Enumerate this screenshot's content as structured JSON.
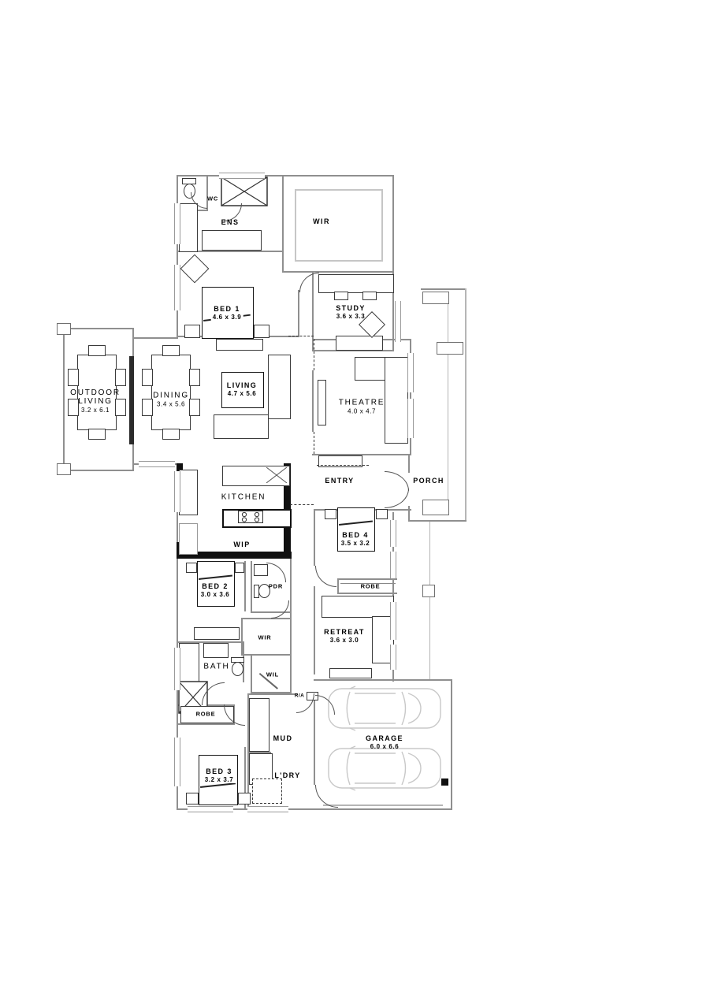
{
  "colors": {
    "wall_gray": "#8f8f8f",
    "wall_black": "#111111",
    "line": "#333333",
    "light_gray": "#c8c8c8"
  },
  "rooms": {
    "wc": {
      "name": "WC"
    },
    "ens": {
      "name": "ENS"
    },
    "wir_master": {
      "name": "WIR"
    },
    "bed1": {
      "name": "BED 1",
      "dims": "4.6 x 3.9"
    },
    "study": {
      "name": "STUDY",
      "dims": "3.6 x 3.3"
    },
    "outdoor_living": {
      "line1": "OUTDOOR",
      "line2": "LIVING",
      "dims": "3.2 x 6.1"
    },
    "dining": {
      "name": "DINING",
      "dims": "3.4 x 5.6"
    },
    "living": {
      "name": "LIVING",
      "dims": "4.7 x 5.6"
    },
    "theatre": {
      "name": "THEATRE",
      "dims": "4.0 x 4.7"
    },
    "entry": {
      "name": "ENTRY"
    },
    "porch": {
      "name": "PORCH"
    },
    "kitchen": {
      "name": "KITCHEN"
    },
    "wip": {
      "name": "WIP"
    },
    "bed4": {
      "name": "BED 4",
      "dims": "3.5 x 3.2"
    },
    "robe_bed4": {
      "name": "ROBE"
    },
    "bed2": {
      "name": "BED 2",
      "dims": "3.0 x 3.6"
    },
    "pdr": {
      "name": "PDR"
    },
    "retreat": {
      "name": "RETREAT",
      "dims": "3.6 x 3.0"
    },
    "wir2": {
      "name": "WIR"
    },
    "wil": {
      "name": "WIL"
    },
    "bath": {
      "name": "BATH"
    },
    "robe_bed3": {
      "name": "ROBE"
    },
    "bed3": {
      "name": "BED 3",
      "dims": "3.2 x 3.7"
    },
    "mud": {
      "name": "MUD"
    },
    "ldry": {
      "name": "L'DRY"
    },
    "garage": {
      "name": "GARAGE",
      "dims": "6.0 x 6.6"
    },
    "ra": {
      "name": "R/A"
    }
  }
}
